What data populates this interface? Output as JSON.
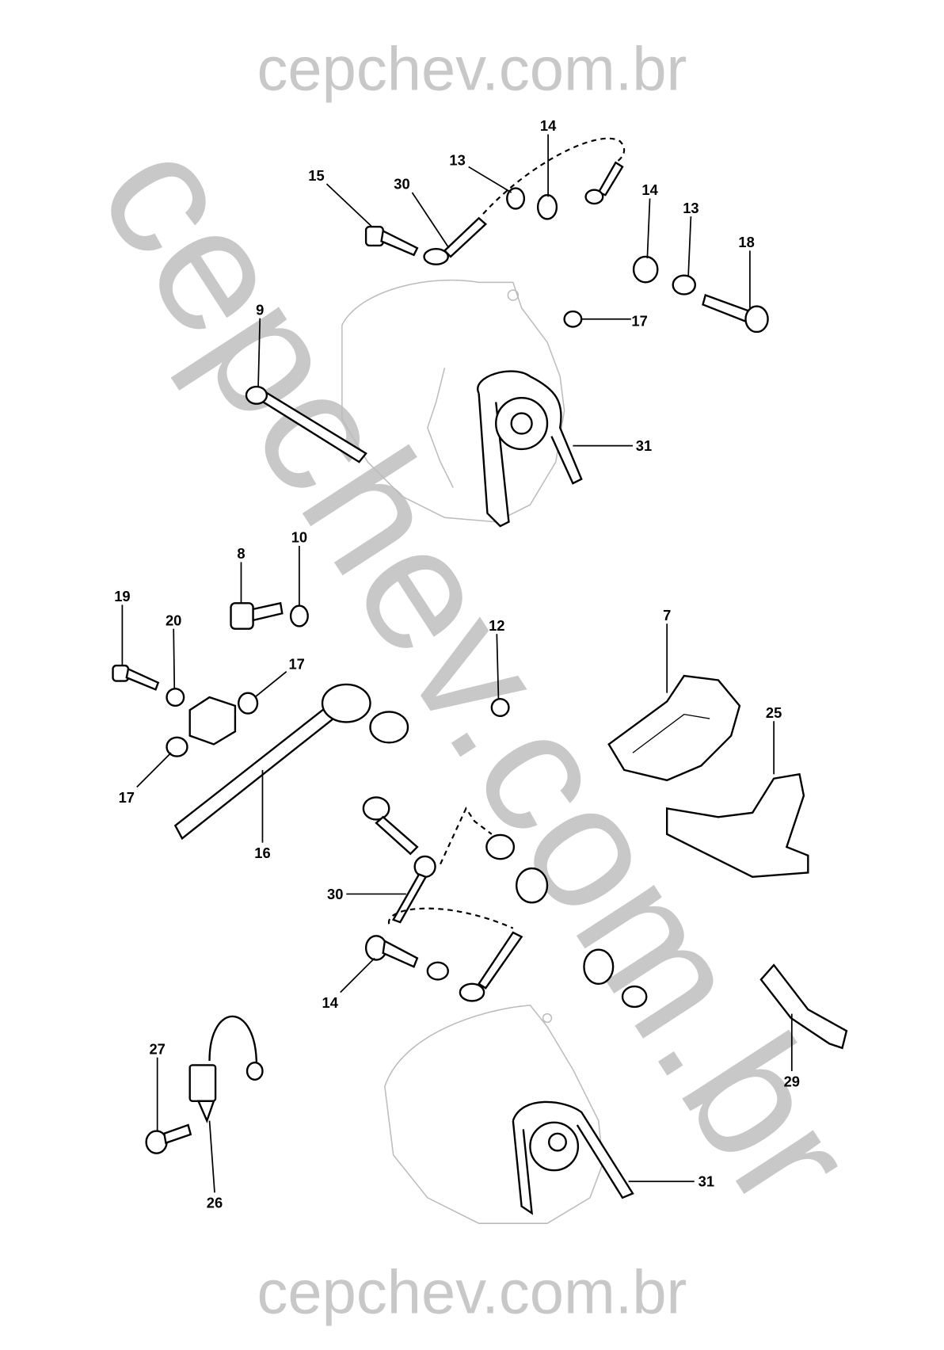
{
  "watermark": {
    "top": "cepchev.com.br",
    "bottom": "cepchev.com.br",
    "diagonal": "cepchev.com.br",
    "color": "#c8c8c8"
  },
  "labels": {
    "l14a": "14",
    "l13a": "13",
    "l15": "15",
    "l30a": "30",
    "l14b": "14",
    "l13b": "13",
    "l18": "18",
    "l9": "9",
    "l17a": "17",
    "l31a": "31",
    "l8": "8",
    "l10": "10",
    "l19": "19",
    "l20": "20",
    "l7": "7",
    "l12": "12",
    "l17b": "17",
    "l25": "25",
    "l17c": "17",
    "l16": "16",
    "l30b": "30",
    "l14c": "14",
    "l27": "27",
    "l29": "29",
    "l31b": "31",
    "l26": "26"
  }
}
